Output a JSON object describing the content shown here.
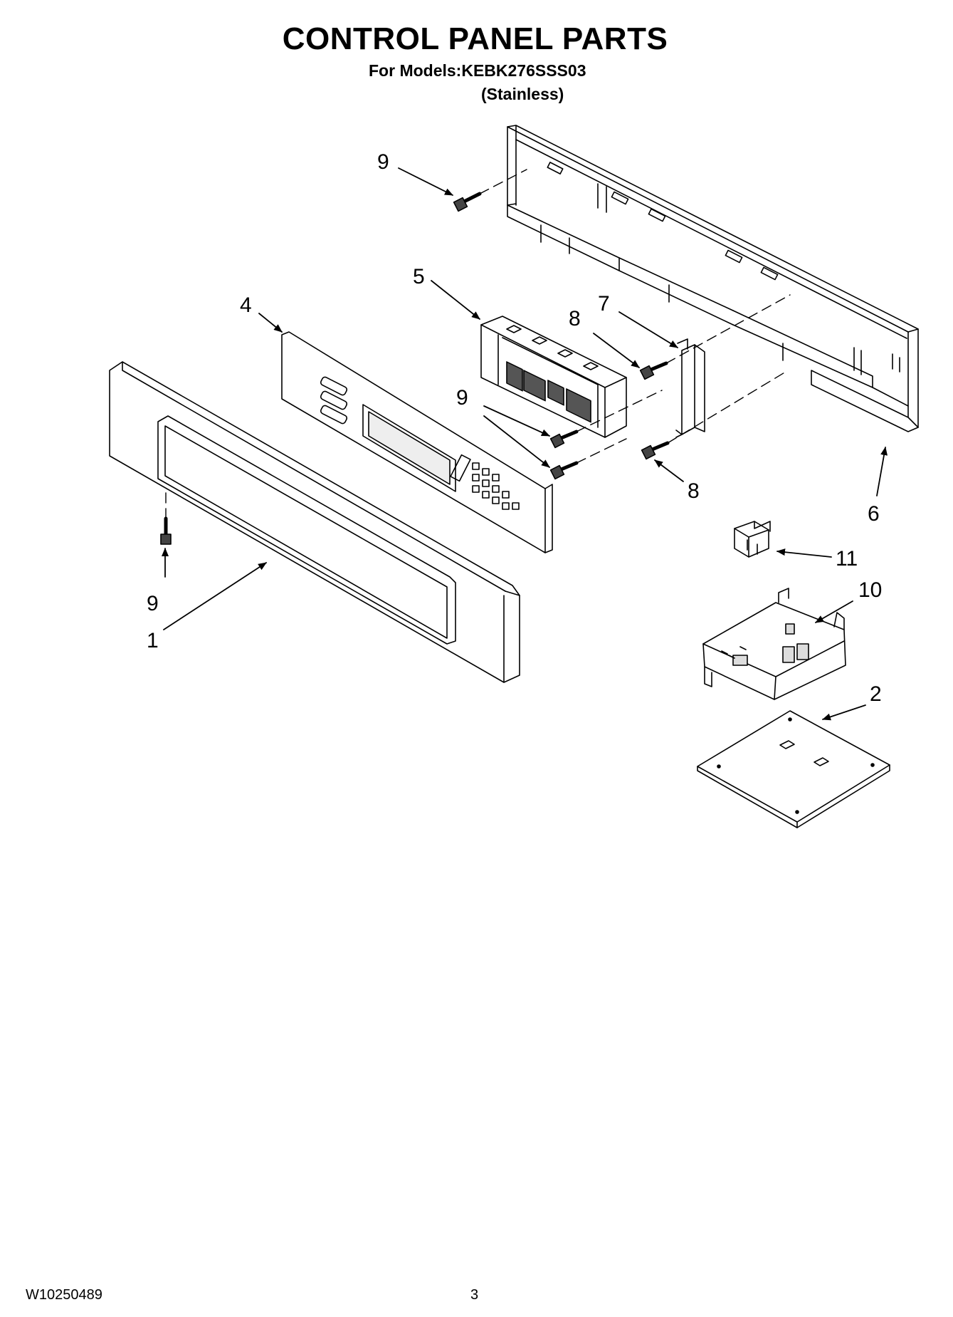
{
  "header": {
    "title": "CONTROL PANEL PARTS",
    "models": "For Models:KEBK276SSS03",
    "variant": "(Stainless)"
  },
  "callouts": [
    "9",
    "5",
    "4",
    "7",
    "8",
    "9",
    "9",
    "8",
    "6",
    "11",
    "9",
    "10",
    "1",
    "2"
  ],
  "footer": {
    "doc_number": "W10250489",
    "page_number": "3"
  }
}
